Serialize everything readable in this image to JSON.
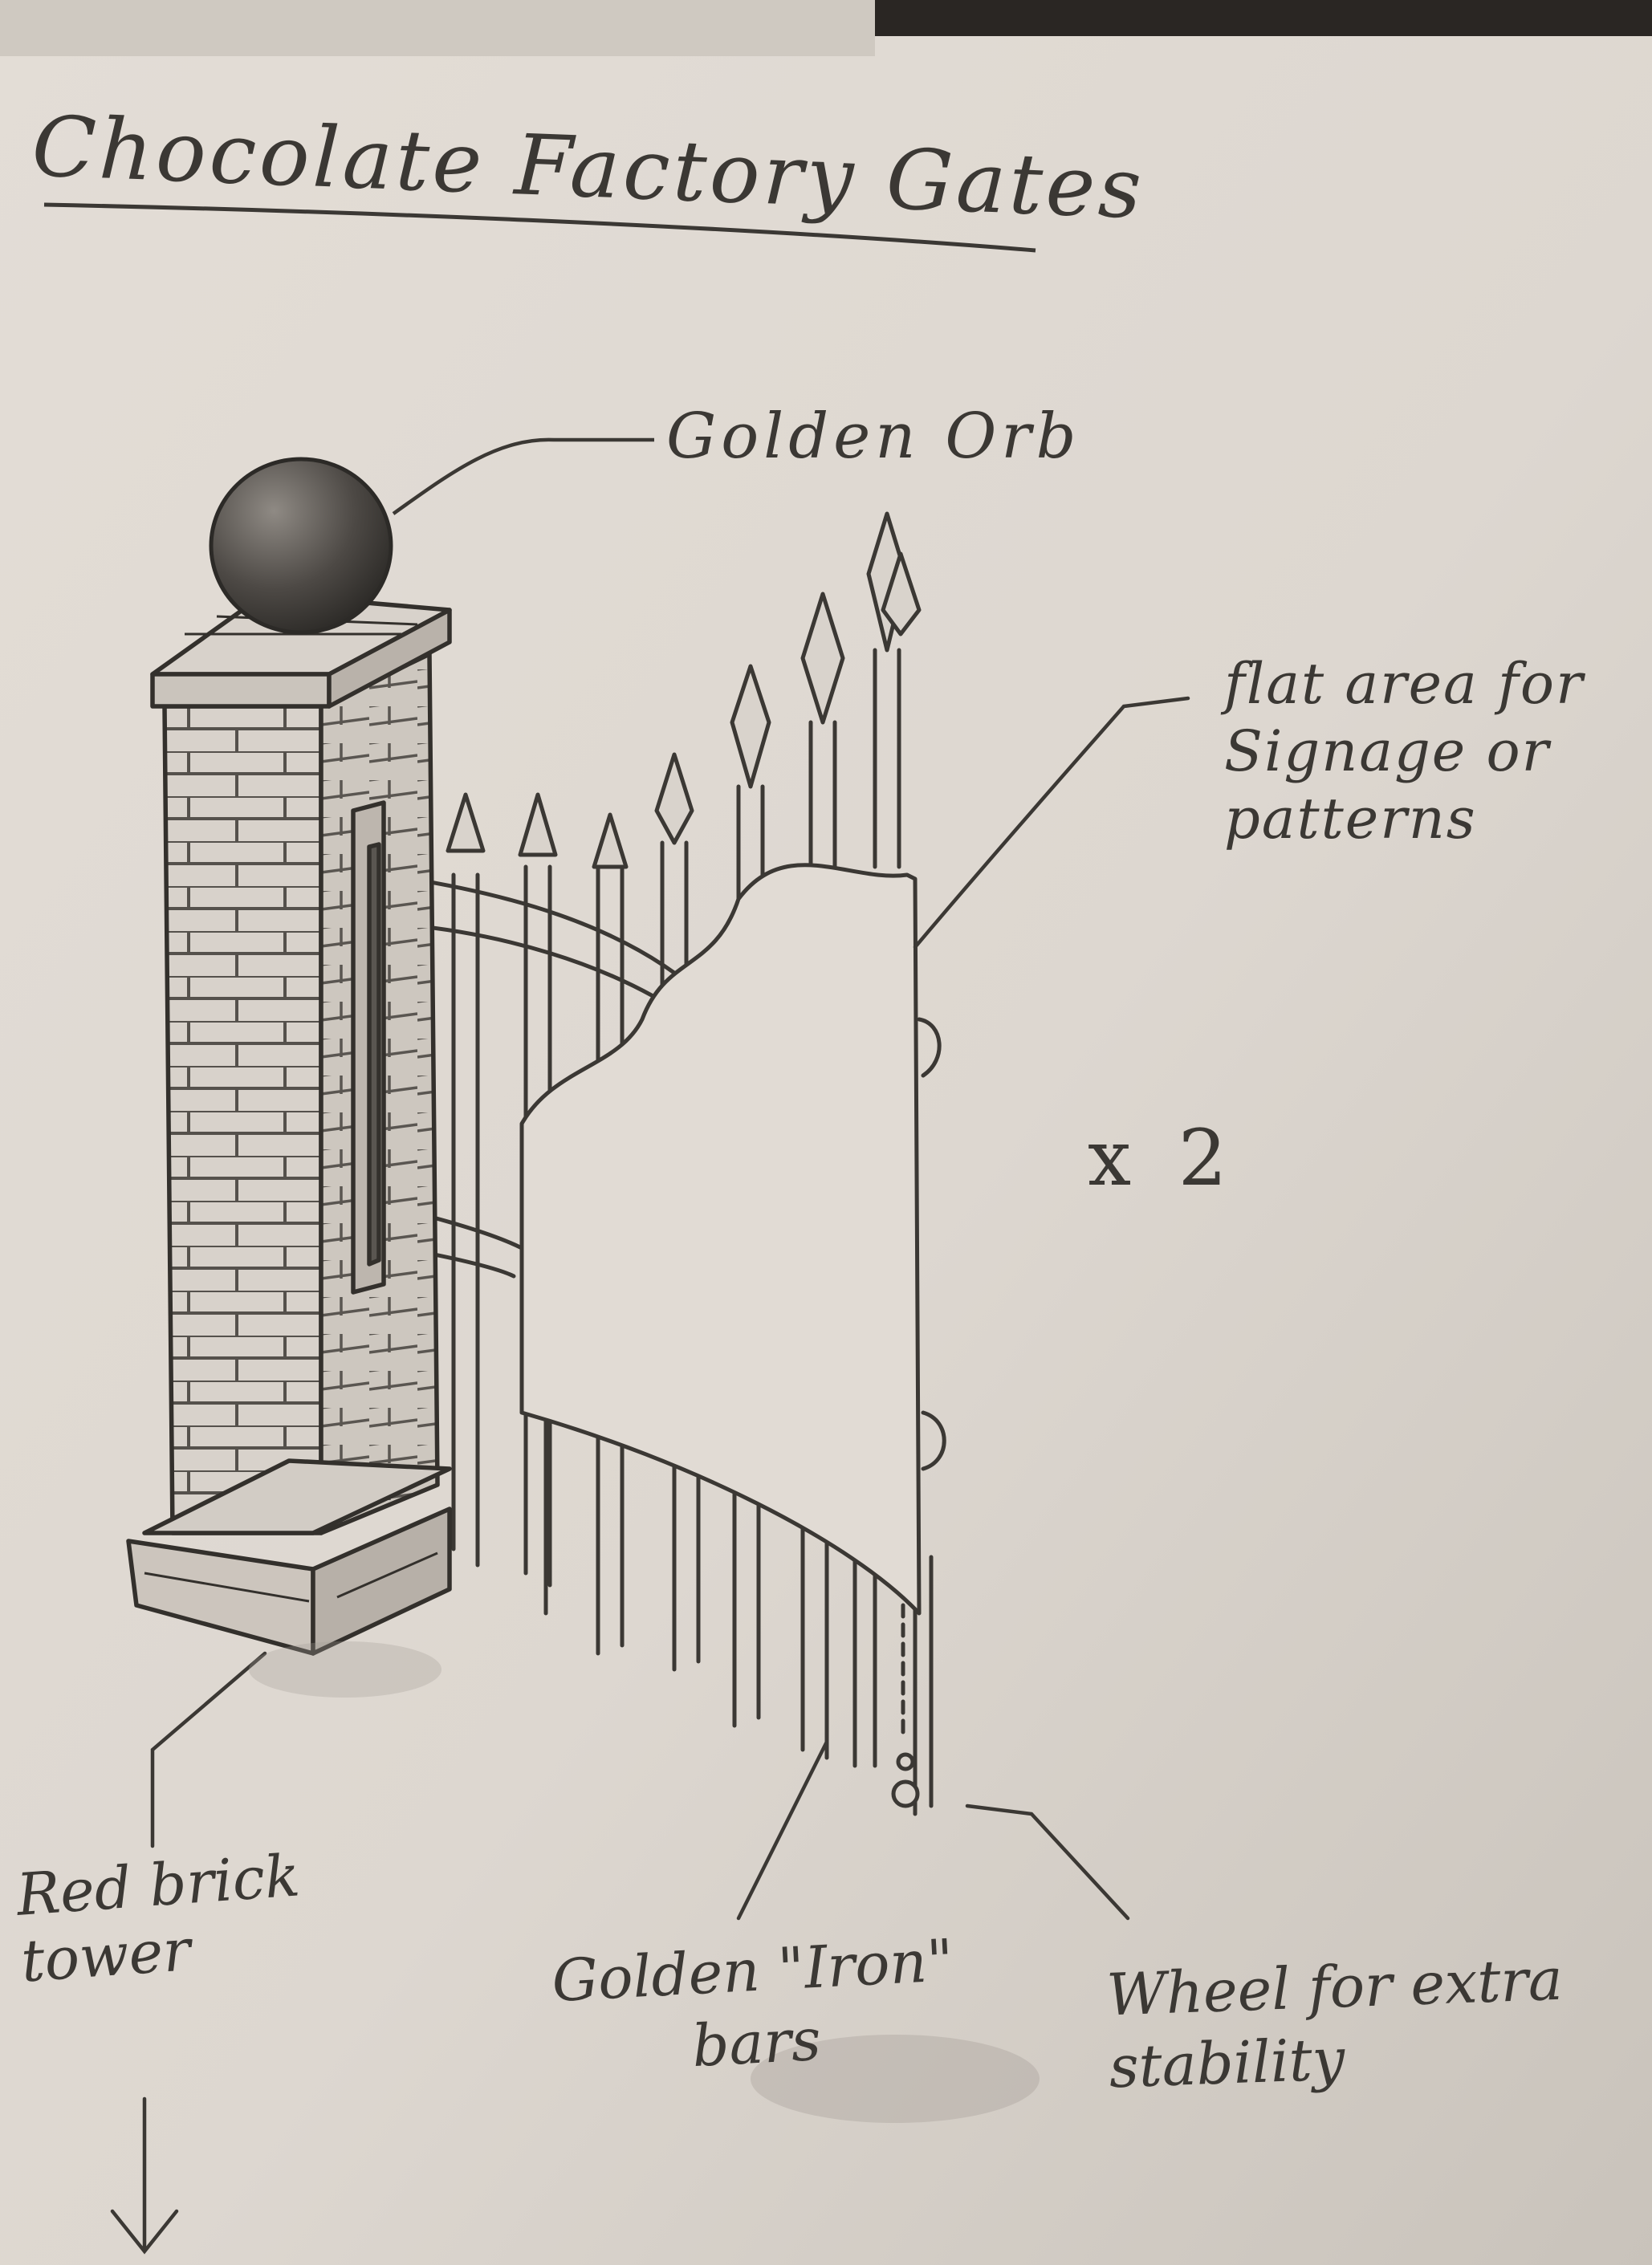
{
  "title": "Chocolate Factory Gates",
  "labels": {
    "orb": "Golden Orb",
    "flat_area": "flat area for Signage or patterns",
    "multiplier": "x 2",
    "brick_tower": "Red brick tower",
    "bars": "Golden \"Iron\" bars",
    "wheel": "Wheel for extra stability"
  }
}
